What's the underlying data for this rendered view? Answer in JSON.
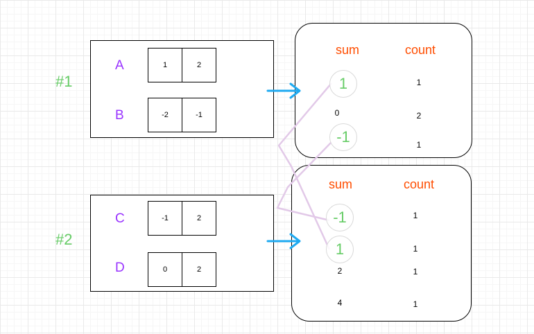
{
  "groups": [
    {
      "case_label": "#1",
      "rows": [
        {
          "var": "A",
          "cells": [
            "1",
            "2"
          ]
        },
        {
          "var": "B",
          "cells": [
            "-2",
            "-1"
          ]
        }
      ]
    },
    {
      "case_label": "#2",
      "rows": [
        {
          "var": "C",
          "cells": [
            "-1",
            "2"
          ]
        },
        {
          "var": "D",
          "cells": [
            "0",
            "2"
          ]
        }
      ]
    }
  ],
  "maps": [
    {
      "sum_header": "sum",
      "count_header": "count",
      "entries": [
        {
          "sum": "1",
          "count": "1",
          "highlighted": true
        },
        {
          "sum": "0",
          "count": "2",
          "highlighted": false
        },
        {
          "sum": "-1",
          "count": "1",
          "highlighted": true
        }
      ]
    },
    {
      "sum_header": "sum",
      "count_header": "count",
      "entries": [
        {
          "sum": "-1",
          "count": "1",
          "highlighted": true
        },
        {
          "sum": "1",
          "count": "1",
          "highlighted": true
        },
        {
          "sum": "2",
          "count": "1",
          "highlighted": false
        },
        {
          "sum": "4",
          "count": "1",
          "highlighted": false
        }
      ]
    }
  ],
  "colors": {
    "case_label": "#66cc66",
    "var_label": "#9933ff",
    "header": "#ff4d00",
    "arrow": "#1eaaf1",
    "connector": "#e2c9e8",
    "highlight_text": "#66cc66"
  }
}
